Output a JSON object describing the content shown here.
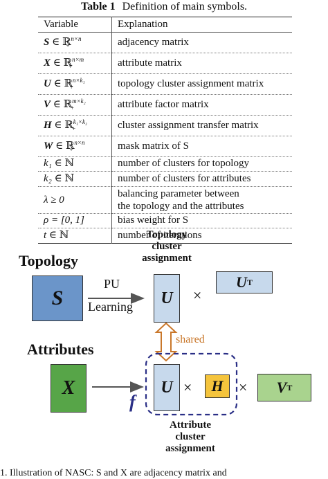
{
  "caption": {
    "number": "Table 1",
    "text": "Definition of main symbols."
  },
  "table": {
    "headers": [
      "Variable",
      "Explanation"
    ],
    "rows": [
      {
        "sym": "S",
        "bold": true,
        "set": "ℝ",
        "sup": "n×n",
        "sub": "+",
        "explanation": "adjacency matrix"
      },
      {
        "sym": "X",
        "bold": true,
        "set": "ℝ",
        "sup": "n×m",
        "sub": "+",
        "explanation": "attribute matrix"
      },
      {
        "sym": "U",
        "bold": true,
        "set": "ℝ",
        "sup": "n×k₁",
        "sub": "+",
        "explanation": "topology cluster assignment matrix"
      },
      {
        "sym": "V",
        "bold": true,
        "set": "ℝ",
        "sup": "m×k₂",
        "sub": "+",
        "explanation": "attribute factor matrix"
      },
      {
        "sym": "H",
        "bold": true,
        "set": "ℝ",
        "sup": "k₁×k₂",
        "sub": "+",
        "explanation": "cluster assignment transfer matrix"
      },
      {
        "sym": "W",
        "bold": true,
        "set": "ℝ",
        "sup": "n×n",
        "sub": "+",
        "explanation": "mask matrix of S"
      },
      {
        "sym": "k₁",
        "bold": false,
        "set": "ℕ",
        "explanation": "number of clusters for topology"
      },
      {
        "sym": "k₂",
        "bold": false,
        "set": "ℕ",
        "explanation": "number of clusters for attributes"
      },
      {
        "sym": "λ ≥ 0",
        "bold": false,
        "plain": true,
        "explanation": "balancing parameter between",
        "explanation2": "the topology and the attributes"
      },
      {
        "sym": "ρ = [0, 1]",
        "bold": false,
        "plain": true,
        "explanation": "bias weight for S"
      },
      {
        "sym": "t",
        "bold": false,
        "set": "ℕ",
        "explanation": "number of iterations"
      }
    ]
  },
  "diagram": {
    "topology_label": "Topology",
    "attributes_label": "Attributes",
    "s_box": "S",
    "x_box": "X",
    "u_top": "U",
    "u_bottom": "U",
    "ut_box": "U",
    "ut_sup": "T",
    "h_box": "H",
    "vt_box": "V",
    "vt_sup": "T",
    "times": "×",
    "pu": "PU",
    "learning": "Learning",
    "shared": "shared",
    "f": "f",
    "topology_cluster": [
      "Topology",
      "cluster",
      "assignment"
    ],
    "attribute_cluster": [
      "Attribute",
      "cluster",
      "assignment"
    ],
    "colors": {
      "blue": "#6b95c9",
      "light_blue": "#c7d9ec",
      "green": "#57a548",
      "light_green": "#a9d38e",
      "yellow": "#f5c43c",
      "orange": "#c9772a",
      "navy": "#2a2f86"
    }
  },
  "footer_fragment": "1.  Illustration of NASC: S and X are adjacency matrix and"
}
